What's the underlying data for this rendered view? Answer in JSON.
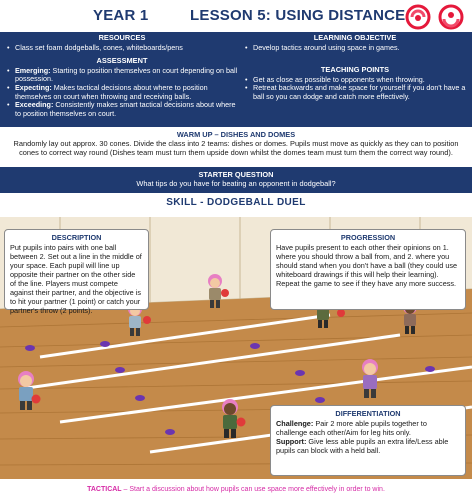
{
  "header": {
    "year": "YEAR 1",
    "lesson": "LESSON 5: USING DISTANCE",
    "logo_colors": [
      "#e5193b",
      "#f24a6a"
    ]
  },
  "resources": {
    "title": "RESOURCES",
    "items": [
      "Class set foam dodgeballs, cones, whiteboards/pens"
    ]
  },
  "assessment": {
    "title": "ASSESSMENT",
    "items": [
      {
        "label": "Emerging:",
        "text": " Starting to position themselves on court depending on ball possession."
      },
      {
        "label": "Expecting:",
        "text": " Makes tactical decisions about where to position themselves on court when throwing and receiving balls."
      },
      {
        "label": "Exceeding:",
        "text": " Consistently makes smart tactical decisions about where to position themselves on court."
      }
    ]
  },
  "learning_objective": {
    "title": "LEARNING OBJECTIVE",
    "items": [
      "Develop tactics around using space in games."
    ]
  },
  "teaching_points": {
    "title": "TEACHING POINTS",
    "items": [
      "Get as close as possible to opponents when throwing.",
      "Retreat backwards and make space for yourself if you don't have a ball so you can dodge and catch more effectively."
    ]
  },
  "warmup": {
    "title": "WARM UP – DISHES AND DOMES",
    "text": "Randomly lay out approx. 30 cones. Divide the class into 2 teams: dishes or domes. Pupils must move as quickly as they can to position cones to correct way round (Dishes team must turn them upside down whilst the domes team must turn them the correct way round)."
  },
  "starter": {
    "title": "STARTER QUESTION",
    "text": "What tips do you have for beating an opponent in dodgeball?"
  },
  "skill": {
    "text": "SKILL  -  DODGEBALL DUEL"
  },
  "description": {
    "title": "DESCRIPTION",
    "text": "Put pupils into pairs with one ball between 2. Set out a line in the middle of your space. Each pupil will line up opposite their partner on the other side of the line. Players must compete against their partner, and the objective is to hit your partner (1 point) or catch your partner's throw (2 points)."
  },
  "progression": {
    "title": "PROGRESSION",
    "text": "Have pupils present to each other their opinions on 1. where you should throw a ball from, and 2. where you should stand when you don't have a ball (they could use whiteboard drawings if this will help their learning). Repeat the game to see if they have any more success."
  },
  "differentiation": {
    "title": "DIFFERENTIATION",
    "challenge_label": "Challenge:",
    "challenge_text": " Pair 2 more able pupils together to challenge each other/Aim for leg hits only.",
    "support_label": "Support:",
    "support_text": " Give less able pupils an extra life/Less able pupils can block with a held ball."
  },
  "tactical": {
    "label": "TACTICAL",
    "text": " – Start a discussion about how pupils can use space more effectively in order to win."
  },
  "colors": {
    "navy": "#1f3a70",
    "magenta": "#d62ba6",
    "floor": "#c48a4a",
    "wall": "#f1e8d6",
    "ball": "#e03a3a",
    "cone": "#6b35b0"
  }
}
